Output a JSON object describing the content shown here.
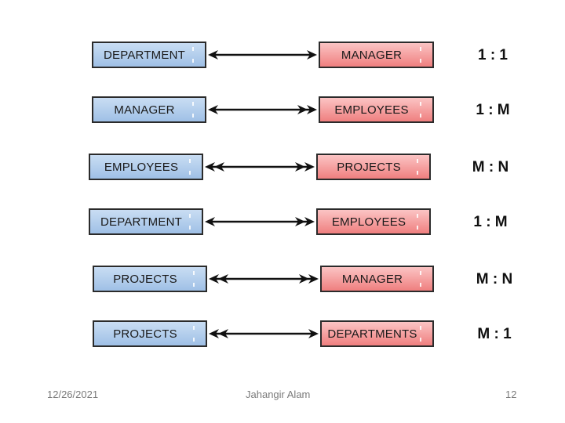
{
  "relationships": [
    {
      "left": "DEPARTMENT",
      "right": "MANAGER",
      "ratio": "1 : 1",
      "left_many": false,
      "right_many": false
    },
    {
      "left": "MANAGER",
      "right": "EMPLOYEES",
      "ratio": "1 : M",
      "left_many": false,
      "right_many": true
    },
    {
      "left": "EMPLOYEES",
      "right": "PROJECTS",
      "ratio": "M : N",
      "left_many": true,
      "right_many": true
    },
    {
      "left": "DEPARTMENT",
      "right": "EMPLOYEES",
      "ratio": "1 : M",
      "left_many": false,
      "right_many": true
    },
    {
      "left": "PROJECTS",
      "right": "MANAGER",
      "ratio": "M : N",
      "left_many": true,
      "right_many": true
    },
    {
      "left": "PROJECTS",
      "right": "DEPARTMENTS",
      "ratio": "M : 1",
      "left_many": true,
      "right_many": false
    }
  ],
  "footer": {
    "date": "12/26/2021",
    "author": "Jahangir Alam",
    "page": "12"
  },
  "colors": {
    "left_entity": "#b4cfee",
    "right_entity": "#f5a0a0",
    "line": "#111111"
  }
}
